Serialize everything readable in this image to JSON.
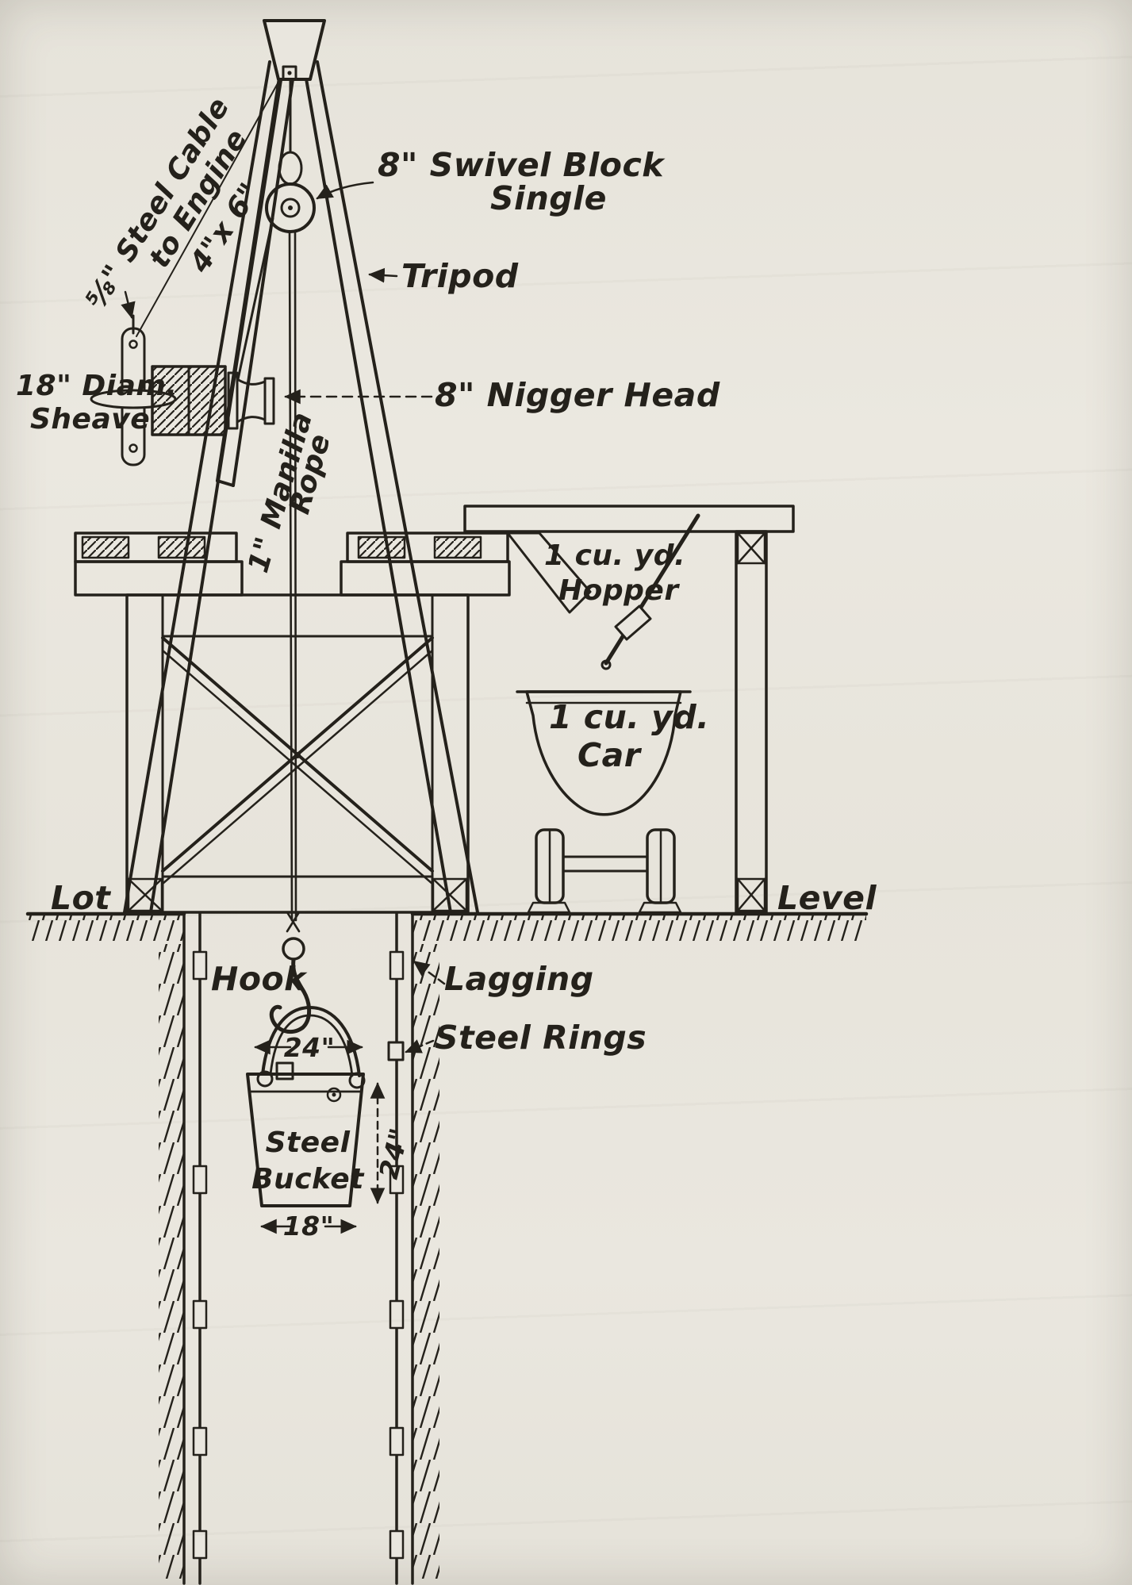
{
  "diagram": {
    "colors": {
      "paper": "#e9e6de",
      "ink": "#24211b"
    },
    "labels": {
      "steel_cable_line1": "⅝\" Steel Cable",
      "steel_cable_line2": "to Engine",
      "timber_size": "4\"x 6\"",
      "swivel_line1": "8\" Swivel Block",
      "swivel_line2": "Single",
      "tripod": "Tripod",
      "sheave_line1": "18\" Diam.",
      "sheave_line2": "Sheave",
      "nigger_head": "8\" Nigger Head",
      "manilla_line1": "1\" Manilla",
      "manilla_line2": "Rope",
      "hopper_line1": "1 cu. yd.",
      "hopper_line2": "Hopper",
      "car_line1": "1 cu. yd.",
      "car_line2": "Car",
      "lot": "Lot",
      "level": "Level",
      "hook": "Hook",
      "lagging": "Lagging",
      "steel_rings": "Steel Rings",
      "bucket_line1": "Steel",
      "bucket_line2": "Bucket"
    },
    "dims": {
      "bail_width": "24\"",
      "bucket_depth": "24\"",
      "bucket_bottom": "18\""
    }
  }
}
